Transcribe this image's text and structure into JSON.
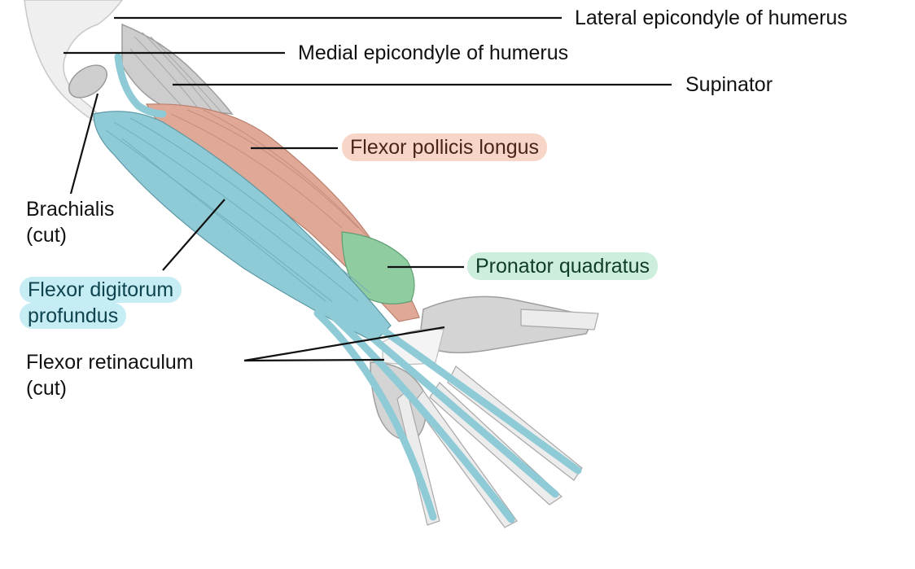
{
  "diagram": {
    "title": "Deep flexor muscles of the forearm (anterior view)",
    "labels": [
      {
        "id": "lateral-epicondyle",
        "text": "Lateral epicondyle of humerus",
        "highlight": null
      },
      {
        "id": "medial-epicondyle",
        "text": "Medial epicondyle of humerus",
        "highlight": null
      },
      {
        "id": "supinator",
        "text": "Supinator",
        "highlight": null
      },
      {
        "id": "flexor-pollicis-longus",
        "text": "Flexor pollicis longus",
        "highlight": "#f7d6c8"
      },
      {
        "id": "brachialis",
        "lines": [
          "Brachialis",
          "(cut)"
        ],
        "highlight": null
      },
      {
        "id": "pronator-quadratus",
        "text": "Pronator quadratus",
        "highlight": "#cdeedd"
      },
      {
        "id": "flexor-digitorum-profundus",
        "lines": [
          "Flexor digitorum",
          "profundus"
        ],
        "highlight": "#c6edf3"
      },
      {
        "id": "flexor-retinaculum",
        "lines": [
          "Flexor retinaculum",
          "(cut)"
        ],
        "highlight": null
      }
    ],
    "colors": {
      "flexor_digitorum_profundus": "#8fcbd6",
      "flexor_pollicis_longus": "#e0a896",
      "pronator_quadratus": "#8fcca0",
      "bone_and_other_muscle": "#d9d9d9",
      "leader_line": "#111111"
    }
  }
}
